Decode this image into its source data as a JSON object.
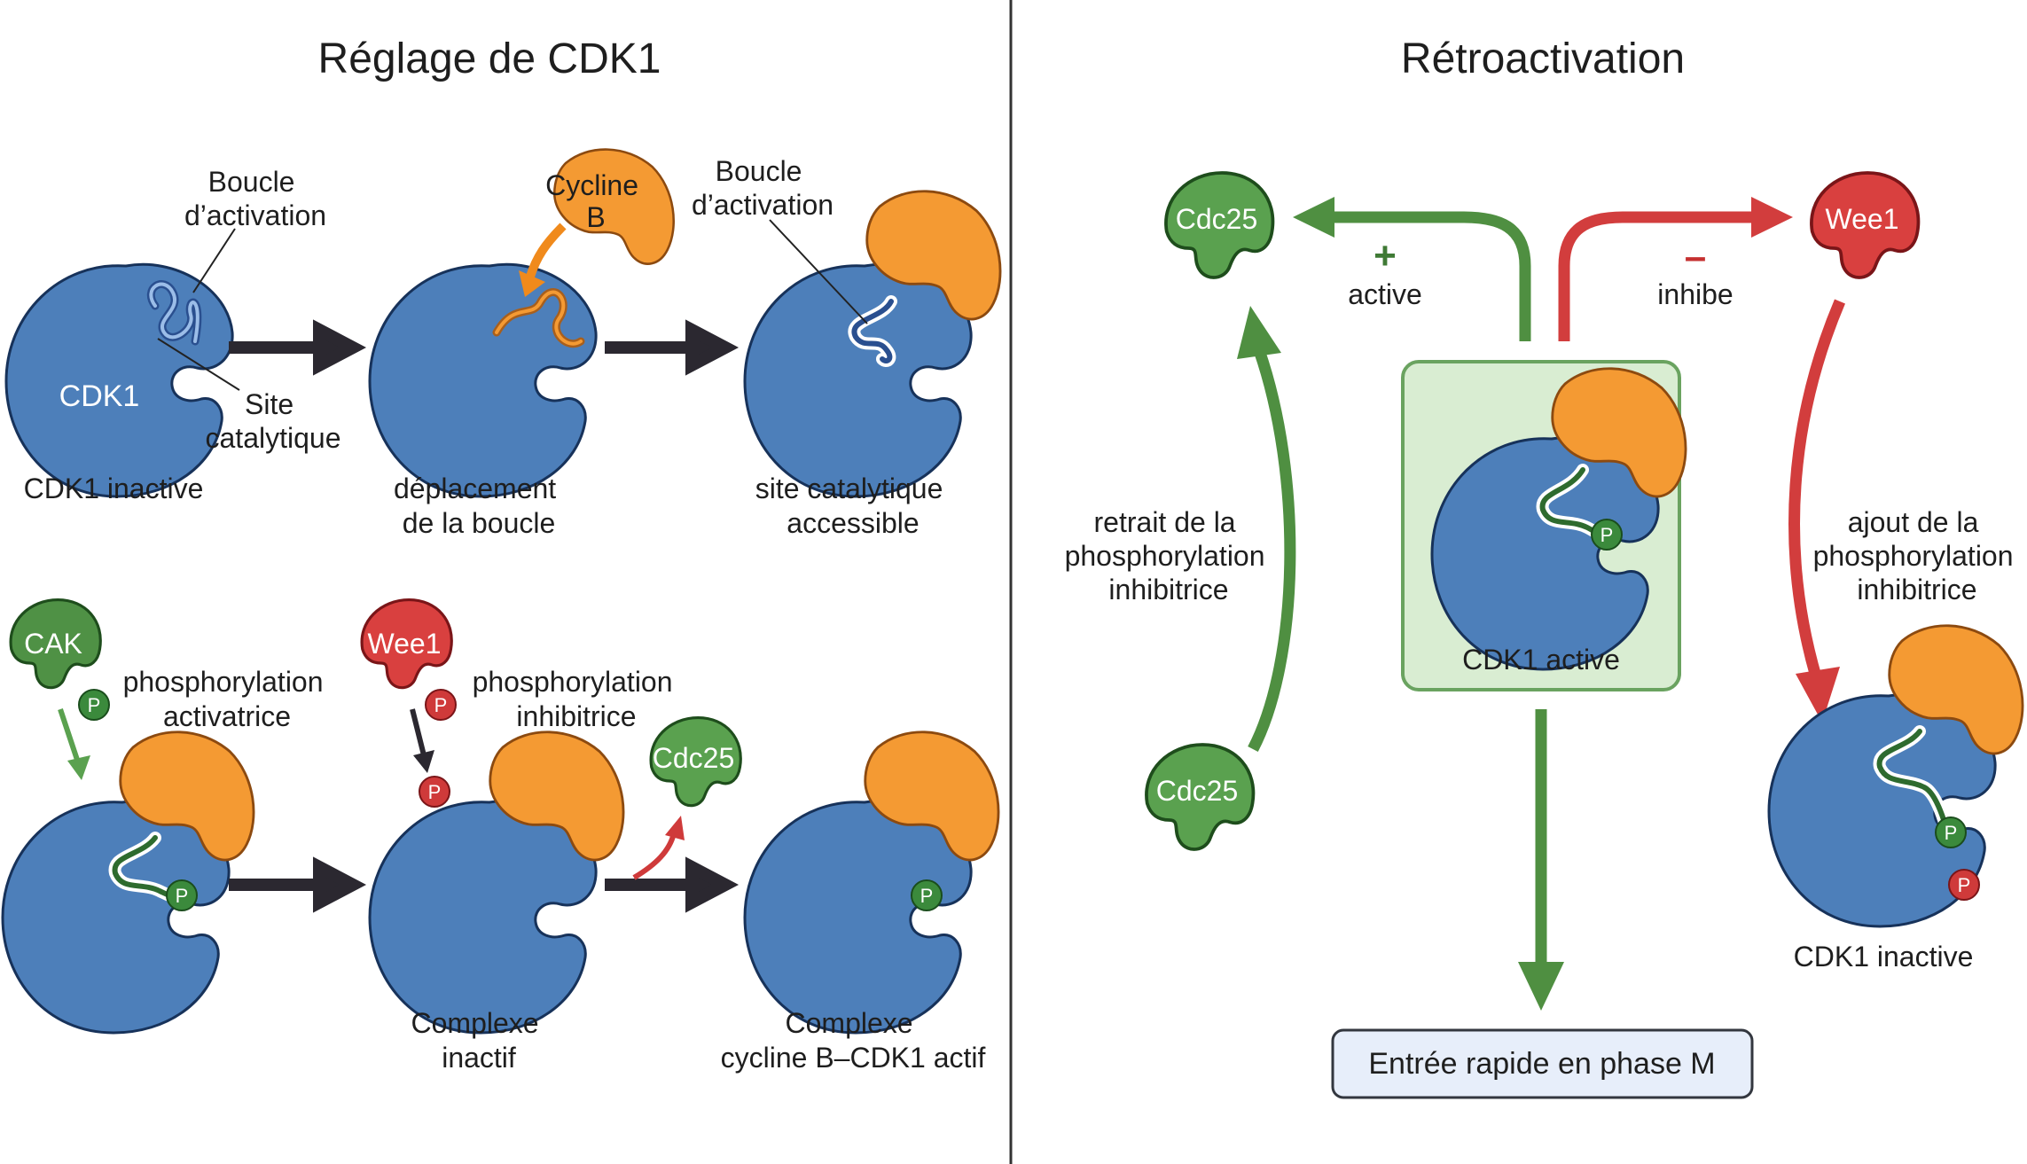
{
  "colors": {
    "cdk1_blue": "#4d7fba",
    "cdk1_stroke": "#17325a",
    "cyclin_orange": "#f49a33",
    "cyclin_stroke": "#8c4a10",
    "green": "#5aa14f",
    "dark_green": "#2e7d32",
    "red": "#d9403f",
    "dark_red": "#a11d22",
    "arrow_dark": "#2b2830",
    "box_green_fill": "#d9edd2",
    "box_green_stroke": "#6aa360",
    "box_blue_fill": "#e7eefa",
    "box_blue_stroke": "#33373f"
  },
  "left_panel": {
    "title": "Réglage de CDK1",
    "top_row": {
      "loop_label_1": [
        "Boucle",
        "d’activation"
      ],
      "site_label": [
        "Site",
        "catalytique"
      ],
      "cdk1_label": "CDK1",
      "cyclin_label": [
        "Cycline",
        "B"
      ],
      "loop_label_2": [
        "Boucle",
        "d’activation"
      ],
      "caption_1": "CDK1 inactive",
      "caption_2": [
        "déplacement",
        "de la boucle"
      ],
      "caption_3": [
        "site catalytique",
        "accessible"
      ]
    },
    "bottom_row": {
      "cak_label": "CAK",
      "cak_text": [
        "phosphorylation",
        "activatrice"
      ],
      "wee1_label": "Wee1",
      "wee1_text": [
        "phosphorylation",
        "inhibitrice"
      ],
      "cdc25_label": "Cdc25",
      "phospho_label": "P",
      "caption_2": [
        "Complexe",
        "inactif"
      ],
      "caption_3": [
        "Complexe",
        "cycline B–CDK1 actif"
      ]
    }
  },
  "right_panel": {
    "title": "Rétroactivation",
    "cdc25_top_label": "Cdc25",
    "wee1_label": "Wee1",
    "plus_sign": "+",
    "active_label": "active",
    "minus_sign": "–",
    "inhibe_label": "inhibe",
    "cdk1_active_label": "CDK1 active",
    "retrait_text": [
      "retrait de la",
      "phosphorylation",
      "inhibitrice"
    ],
    "ajout_text": [
      "ajout de la",
      "phosphorylation",
      "inhibitrice"
    ],
    "cdc25_bottom_label": "Cdc25",
    "cdk1_inactive_label": "CDK1 inactive",
    "phase_m_label": "Entrée rapide en phase M",
    "phospho_label": "P"
  }
}
